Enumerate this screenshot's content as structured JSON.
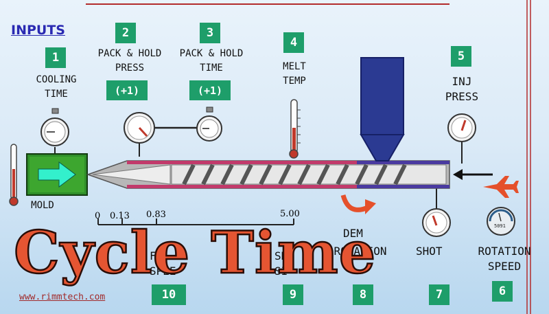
{
  "inputs_heading": "INPUTS",
  "steps": [
    {
      "number": "1",
      "label_line1": "COOLING",
      "label_line2": "TIME"
    },
    {
      "number": "2",
      "label_line1": "PACK & HOLD",
      "label_line2": "PRESS",
      "badge": "(+1)"
    },
    {
      "number": "3",
      "label_line1": "PACK & HOLD",
      "label_line2": "TIME",
      "badge": "(+1)"
    },
    {
      "number": "4",
      "label_line1": "MELT",
      "label_line2": "TEMP"
    },
    {
      "number": "5",
      "label_line1": "INJ",
      "label_line2": "PRESS"
    },
    {
      "number": "6",
      "label_line1": "ROTATION",
      "label_line2": "SPEED"
    },
    {
      "number": "7",
      "label_line1": "SHOT",
      "label_line2": ""
    },
    {
      "number": "8",
      "label_line1": "ROTATION",
      "label_line2": ""
    },
    {
      "number": "9",
      "label_line1": "SH",
      "label_line2": "SI"
    },
    {
      "number": "10",
      "label_line1": "F",
      "label_line2": "SPEE"
    }
  ],
  "mold_label": "MOLD",
  "timeline_ticks": [
    "0",
    "0.13",
    "0.83",
    "5.00"
  ],
  "partial_text_dem": "DEM",
  "tach_reading": "5091",
  "website": "www.rimmtech.com",
  "overlay_title": "Cycle Time",
  "colors": {
    "badge_green": "#1e9e6a",
    "title_orange": "#e55532",
    "hopper_blue": "#2b3a92",
    "thermometer_red": "#c0392b"
  }
}
